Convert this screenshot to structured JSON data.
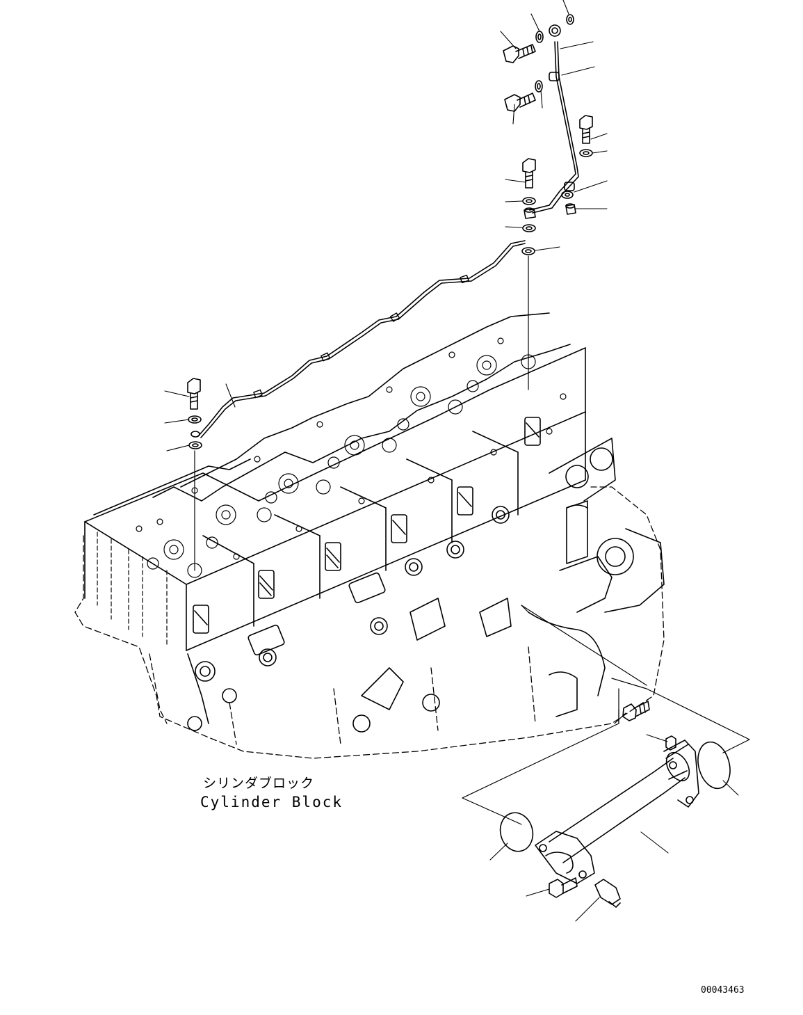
{
  "figure": {
    "caption_jp": "シリンダブロック",
    "caption_en": "Cylinder Block",
    "drawing_number": "00043463"
  },
  "colors": {
    "line": "#000000",
    "background": "#ffffff"
  }
}
